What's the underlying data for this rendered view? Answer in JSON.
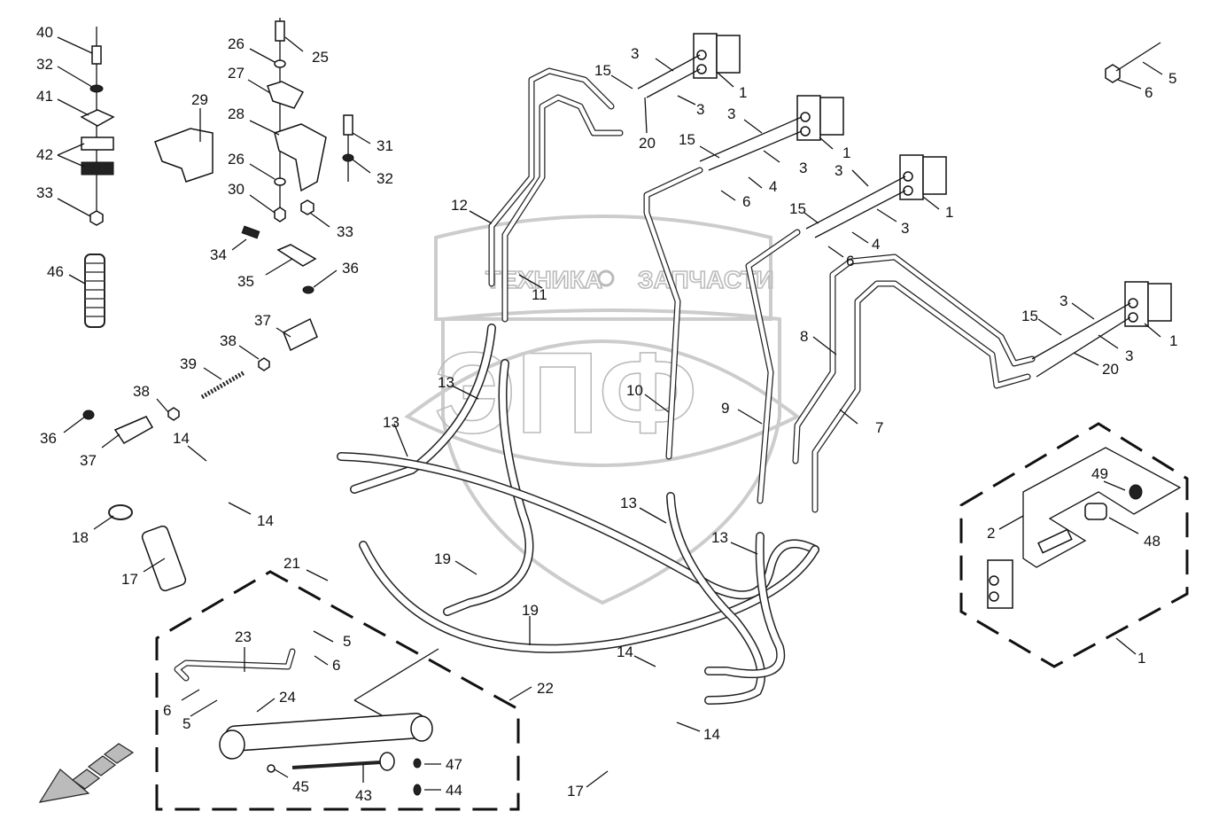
{
  "diagram": {
    "title": "Hydraulic lines and control valves exploded parts diagram",
    "watermark": {
      "top_left": "ТЕХНИКА",
      "top_right": "ЗАПЧАСТИ",
      "logo": "ЭПФ"
    },
    "callouts": [
      {
        "id": "c40a",
        "text": "40"
      },
      {
        "id": "c32a",
        "text": "32"
      },
      {
        "id": "c41",
        "text": "41"
      },
      {
        "id": "c42",
        "text": "42"
      },
      {
        "id": "c33a",
        "text": "33"
      },
      {
        "id": "c46",
        "text": "46"
      },
      {
        "id": "c29",
        "text": "29"
      },
      {
        "id": "c26a",
        "text": "26"
      },
      {
        "id": "c25",
        "text": "25"
      },
      {
        "id": "c27",
        "text": "27"
      },
      {
        "id": "c28",
        "text": "28"
      },
      {
        "id": "c31",
        "text": "31"
      },
      {
        "id": "c32b",
        "text": "32"
      },
      {
        "id": "c26b",
        "text": "26"
      },
      {
        "id": "c30",
        "text": "30"
      },
      {
        "id": "c33b",
        "text": "33"
      },
      {
        "id": "c34",
        "text": "34"
      },
      {
        "id": "c35",
        "text": "35"
      },
      {
        "id": "c36a",
        "text": "36"
      },
      {
        "id": "c37a",
        "text": "37"
      },
      {
        "id": "c38a",
        "text": "38"
      },
      {
        "id": "c39",
        "text": "39"
      },
      {
        "id": "c38b",
        "text": "38"
      },
      {
        "id": "c36b",
        "text": "36"
      },
      {
        "id": "c37b",
        "text": "37"
      },
      {
        "id": "c14a",
        "text": "14"
      },
      {
        "id": "c14b",
        "text": "14"
      },
      {
        "id": "c18",
        "text": "18"
      },
      {
        "id": "c17a",
        "text": "17"
      },
      {
        "id": "c21",
        "text": "21"
      },
      {
        "id": "c23",
        "text": "23"
      },
      {
        "id": "c5a",
        "text": "5"
      },
      {
        "id": "c6a",
        "text": "6"
      },
      {
        "id": "c6b",
        "text": "6"
      },
      {
        "id": "c5b",
        "text": "5"
      },
      {
        "id": "c24",
        "text": "24"
      },
      {
        "id": "c22",
        "text": "22"
      },
      {
        "id": "c45",
        "text": "45"
      },
      {
        "id": "c43",
        "text": "43"
      },
      {
        "id": "c47",
        "text": "47"
      },
      {
        "id": "c44",
        "text": "44"
      },
      {
        "id": "c12",
        "text": "12"
      },
      {
        "id": "c11",
        "text": "11"
      },
      {
        "id": "c13a",
        "text": "13"
      },
      {
        "id": "c13b",
        "text": "13"
      },
      {
        "id": "c10",
        "text": "10"
      },
      {
        "id": "c9",
        "text": "9"
      },
      {
        "id": "c8",
        "text": "8"
      },
      {
        "id": "c7",
        "text": "7"
      },
      {
        "id": "c13c",
        "text": "13"
      },
      {
        "id": "c13d",
        "text": "13"
      },
      {
        "id": "c19a",
        "text": "19"
      },
      {
        "id": "c19b",
        "text": "19"
      },
      {
        "id": "c14c",
        "text": "14"
      },
      {
        "id": "c14d",
        "text": "14"
      },
      {
        "id": "c17b",
        "text": "17"
      },
      {
        "id": "c15a",
        "text": "15"
      },
      {
        "id": "c3a",
        "text": "3"
      },
      {
        "id": "c1a",
        "text": "1"
      },
      {
        "id": "c3b",
        "text": "3"
      },
      {
        "id": "c20a",
        "text": "20"
      },
      {
        "id": "c3c",
        "text": "3"
      },
      {
        "id": "c15b",
        "text": "15"
      },
      {
        "id": "c1b",
        "text": "1"
      },
      {
        "id": "c3d",
        "text": "3"
      },
      {
        "id": "c4a",
        "text": "4"
      },
      {
        "id": "c6c",
        "text": "6"
      },
      {
        "id": "c3e",
        "text": "3"
      },
      {
        "id": "c15c",
        "text": "15"
      },
      {
        "id": "c1c",
        "text": "1"
      },
      {
        "id": "c3f",
        "text": "3"
      },
      {
        "id": "c4b",
        "text": "4"
      },
      {
        "id": "c6d",
        "text": "6"
      },
      {
        "id": "c15d",
        "text": "15"
      },
      {
        "id": "c3g",
        "text": "3"
      },
      {
        "id": "c1d",
        "text": "1"
      },
      {
        "id": "c3h",
        "text": "3"
      },
      {
        "id": "c20b",
        "text": "20"
      },
      {
        "id": "c5c",
        "text": "5"
      },
      {
        "id": "c6e",
        "text": "6"
      },
      {
        "id": "c49",
        "text": "49"
      },
      {
        "id": "c2",
        "text": "2"
      },
      {
        "id": "c48",
        "text": "48"
      },
      {
        "id": "c1e",
        "text": "1"
      }
    ]
  }
}
